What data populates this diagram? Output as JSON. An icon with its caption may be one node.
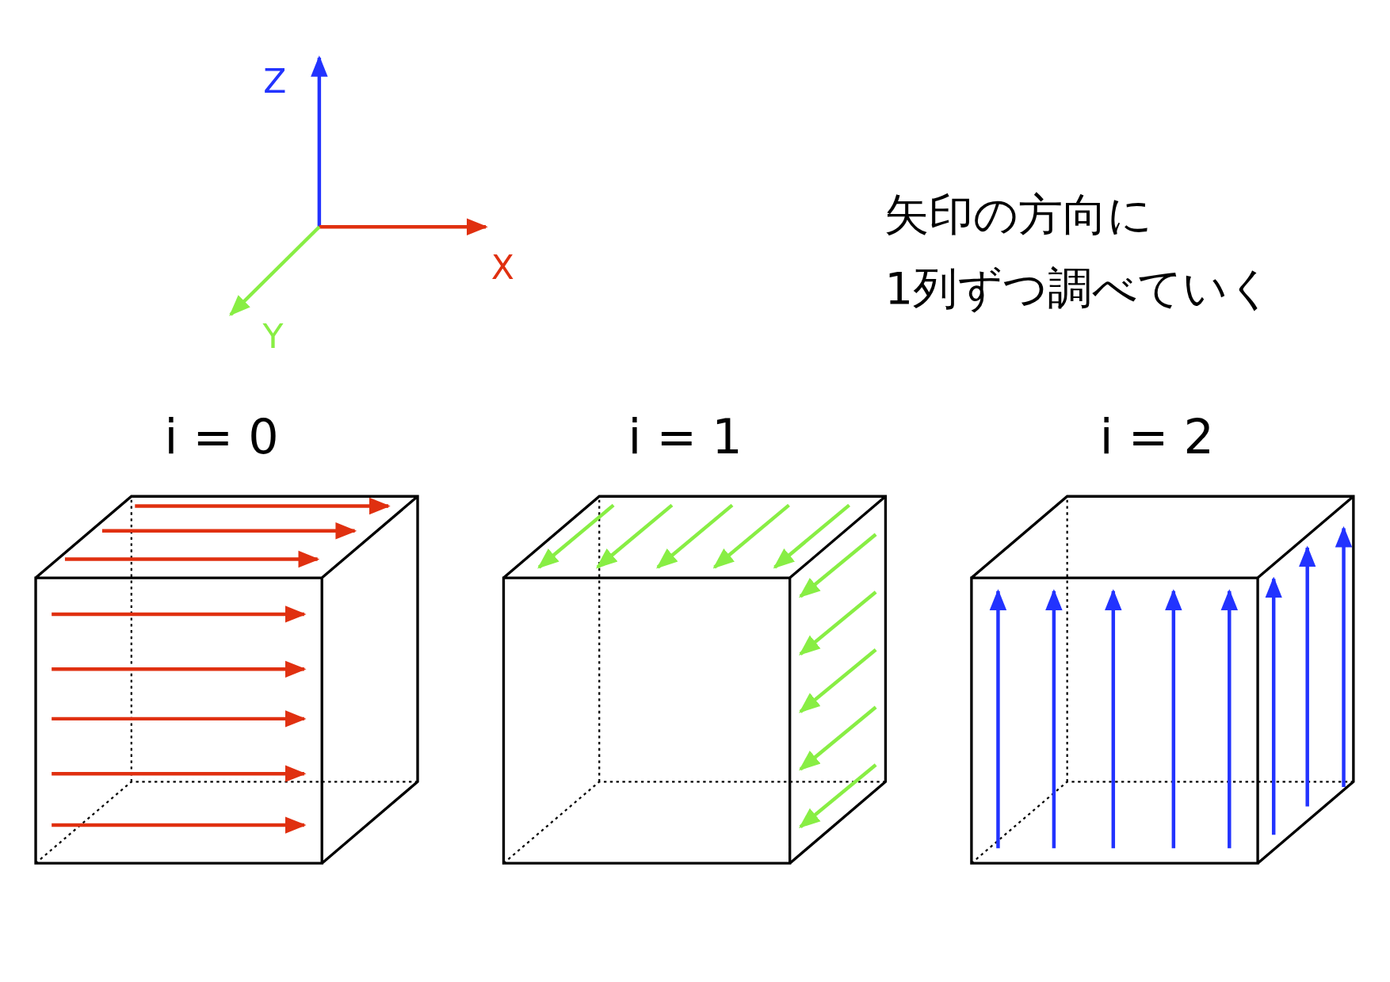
{
  "diagram": {
    "labels": [
      "Z",
      "X",
      "Y",
      "矢印の方向に",
      "1列ずつ調べていく",
      "i = 0",
      "i = 1",
      "i = 2"
    ]
  }
}
